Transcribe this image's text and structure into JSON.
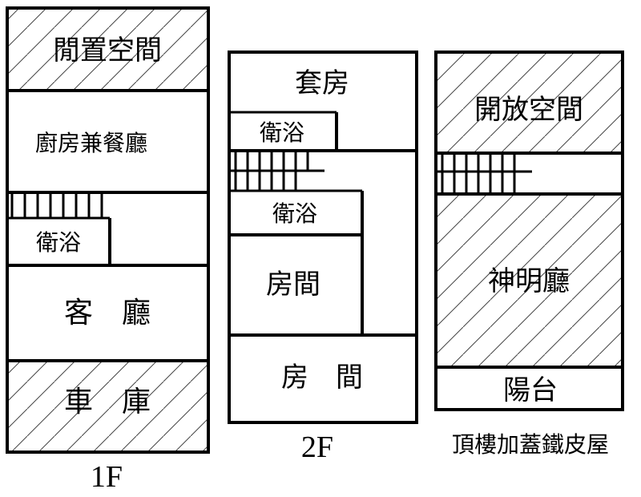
{
  "floors": {
    "f1": {
      "label": "1F",
      "rooms": {
        "open_space": "閒置空間",
        "kitchen": "廚房兼餐廳",
        "bath": "衛浴",
        "living": "客　廳",
        "garage": "車　庫"
      }
    },
    "f2": {
      "label": "2F",
      "rooms": {
        "suite": "套房",
        "bath_upper": "衛浴",
        "bath_lower": "衛浴",
        "room_a": "房間",
        "room_b": "房　間"
      }
    },
    "roof": {
      "label": "頂樓加蓋鐵皮屋",
      "rooms": {
        "open_space": "開放空間",
        "shrine": "神明廳",
        "balcony": "陽台"
      }
    }
  },
  "colors": {
    "line": "#000000",
    "hatch": "#444444",
    "background": "#ffffff"
  }
}
